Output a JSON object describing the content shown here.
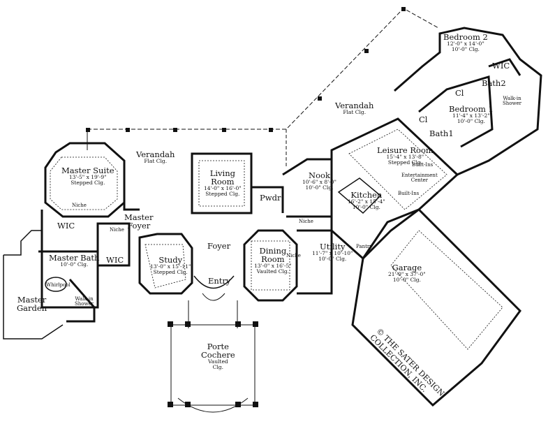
{
  "rooms": {
    "bedroom2": {
      "name": "Bedroom 2",
      "dims": "12'-0\" x 14'-0\"",
      "ceiling": "10'-0\" Clg."
    },
    "bedroom1": {
      "name": "Bedroom 1",
      "dims": "11'-4\" x 13'-2\"",
      "ceiling": "10'-0\" Clg."
    },
    "wic_bed2": {
      "name": "WIC"
    },
    "bath2": {
      "name": "Bath2"
    },
    "bath1": {
      "name": "Bath1"
    },
    "cl1": {
      "name": "Cl"
    },
    "cl2": {
      "name": "Cl"
    },
    "walkin_shower_bed": {
      "line1": "Walk-in",
      "line2": "Shower"
    },
    "verandah_upper": {
      "name": "Verandah",
      "ceiling": "Flat Clg."
    },
    "leisure": {
      "name": "Leisure Room",
      "dims": "15'-4\" x 13'-8\"",
      "ceiling": "Stepped Clg."
    },
    "built_ins_1": {
      "text": "Built-Ins"
    },
    "entertainment": {
      "line1": "Entertainment",
      "line2": "Center"
    },
    "built_ins_2": {
      "text": "Built-Ins"
    },
    "verandah_main": {
      "name": "Verandah",
      "ceiling": "Flat Clg."
    },
    "master_suite": {
      "name": "Master Suite",
      "dims": "13'-5\" x 19'-9\"",
      "ceiling": "Stepped Clg."
    },
    "living": {
      "name": "Living",
      "name2": "Room",
      "dims": "14'-0\" x 16'-0\"",
      "ceiling": "Stepped Clg."
    },
    "pwdr": {
      "name": "Pwdr"
    },
    "nook": {
      "name": "Nook",
      "dims": "10'-6\" x 8'-0\"",
      "ceiling": "10'-0\" Clg."
    },
    "kitchen": {
      "name": "Kitchen",
      "dims": "16'-2\" x 15'-4\"",
      "ceiling": "10'-0\" Clg."
    },
    "niche_master": {
      "text": "Niche"
    },
    "niche_foyer": {
      "text": "Niche"
    },
    "niche_nook": {
      "text": "Niche"
    },
    "niche_dining": {
      "text": "Niche"
    },
    "master_foyer": {
      "name": "Master",
      "name2": "Foyer"
    },
    "wic_master1": {
      "name": "WIC"
    },
    "wic_master2": {
      "name": "WIC"
    },
    "master_bath": {
      "name": "Master Bath",
      "ceiling": "10'-0\" Clg."
    },
    "whirlpool": {
      "text": "Whirlpool"
    },
    "walkin_shower_master": {
      "line1": "Walk-in",
      "line2": "Shower"
    },
    "master_garden": {
      "name": "Master",
      "name2": "Garden"
    },
    "study": {
      "name": "Study",
      "dims": "13'-0\" x 15'-11\"",
      "ceiling": "Stepped Clg."
    },
    "foyer": {
      "name": "Foyer"
    },
    "entry": {
      "name": "Entry"
    },
    "dining": {
      "name": "Dining",
      "name2": "Room",
      "dims": "13'-0\" x 16'-5\"",
      "ceiling": "Vaulted Clg."
    },
    "utility": {
      "name": "Utility",
      "dims": "11'-7\" x 10'-10\"",
      "ceiling": "10'-0\" Clg."
    },
    "pantry": {
      "name": "Pantry"
    },
    "garage": {
      "name": "Garage",
      "dims": "21'-0\" x 37'-0\"",
      "ceiling": "10'-0\" Clg."
    },
    "porte_cochere": {
      "name": "Porte",
      "name2": "Cochere",
      "ceiling": "Vaulted",
      "ceiling2": "Clg."
    }
  },
  "copyright": {
    "line1": "© THE SATER DESIGN",
    "line2": "COLLECTION, INC."
  }
}
